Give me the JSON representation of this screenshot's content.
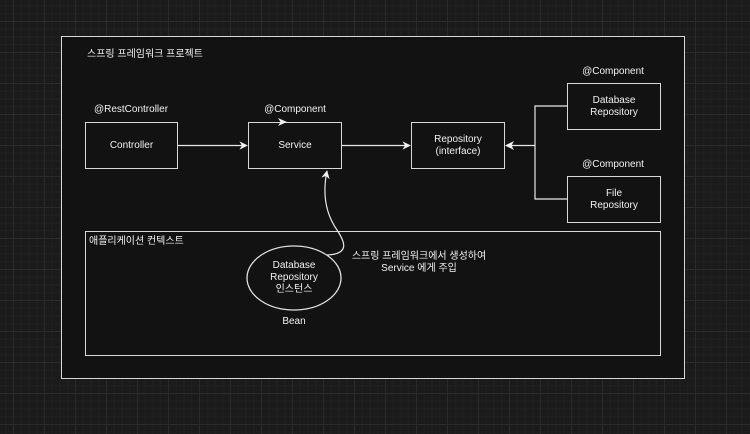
{
  "project": {
    "title": "스프링 프레임워크 프로젝트"
  },
  "components": {
    "controller": {
      "annotation": "@RestController",
      "label": "Controller"
    },
    "service": {
      "annotation": "@Component",
      "label": "Service"
    },
    "repository": {
      "label": "Repository\n(interface)"
    },
    "database_repository": {
      "annotation": "@Component",
      "label": "Database\nRepository"
    },
    "file_repository": {
      "annotation": "@Component",
      "label": "File\nRepository"
    }
  },
  "context": {
    "title": "애플리케이션 컨텍스트",
    "bean_instance": "Database\nRepository\n인스턴스",
    "bean_label": "Bean",
    "injection_note": "스프링 프레임워크에서 생성하여\nService 에게 주입"
  },
  "colors": {
    "background": "#1b1b1b",
    "panel": "#121212",
    "stroke": "#d8d8d8",
    "text": "#f2f2f2"
  }
}
